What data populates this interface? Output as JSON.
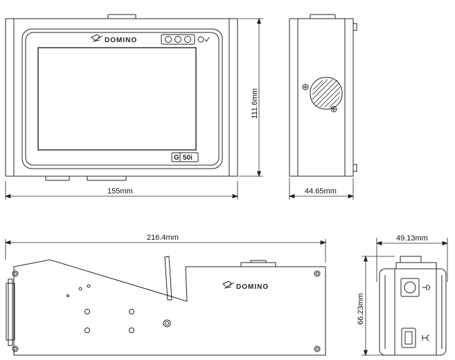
{
  "dimensions": {
    "front_width": "155mm",
    "front_height": "111.6mm",
    "side_depth": "44.65mm",
    "base_length": "216.4mm",
    "base_end_width": "49.13mm",
    "base_end_height": "66.23mm"
  },
  "brand": {
    "front_logo": "DOMINO",
    "base_logo": "DOMINO"
  },
  "model_badge": {
    "prefix": "G",
    "number": "50i"
  },
  "icons": [
    "domino-logo-icon",
    "status-led-icon",
    "check-icon",
    "screw-icon",
    "speaker-grille-icon",
    "power-symbol-icon",
    "connector-symbol-icon"
  ],
  "colors": {
    "line": "#222222",
    "background": "#ffffff"
  }
}
